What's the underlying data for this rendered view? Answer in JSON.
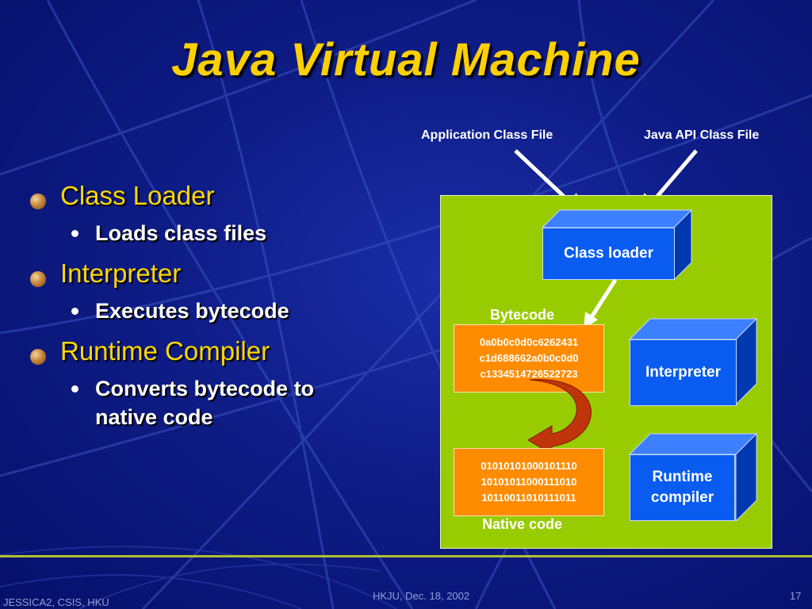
{
  "slide": {
    "title": "Java Virtual Machine",
    "bullets": [
      {
        "label": "Class Loader",
        "sub": "Loads class files"
      },
      {
        "label": "Interpreter",
        "sub": "Executes bytecode"
      },
      {
        "label": "Runtime Compiler",
        "sub": "Converts bytecode to native code"
      }
    ]
  },
  "diagram": {
    "input_app": "Application Class File",
    "input_api": "Java API Class File",
    "class_loader": "Class loader",
    "bytecode_label": "Bytecode",
    "bytecode_lines": [
      "0a0b0c0d0c6262431",
      "c1d688662a0b0c0d0",
      "c1334514726522723"
    ],
    "interpreter": "Interpreter",
    "native_lines": [
      "01010101000101110",
      "10101011000111010",
      "10110011010111011"
    ],
    "native_label": "Native code",
    "runtime_compiler": "Runtime compiler"
  },
  "footer": {
    "left": "JESSICA2, CSIS, HKU",
    "center": "HKJU, Dec. 18, 2002",
    "page": "17"
  },
  "colors": {
    "title": "#ffd000",
    "background": "#0e1c86",
    "diagram_bg": "#99cc00",
    "cube_blue": "#0a5cf0",
    "code_orange": "#ff8c00",
    "curve_arrow": "#c0340a"
  }
}
